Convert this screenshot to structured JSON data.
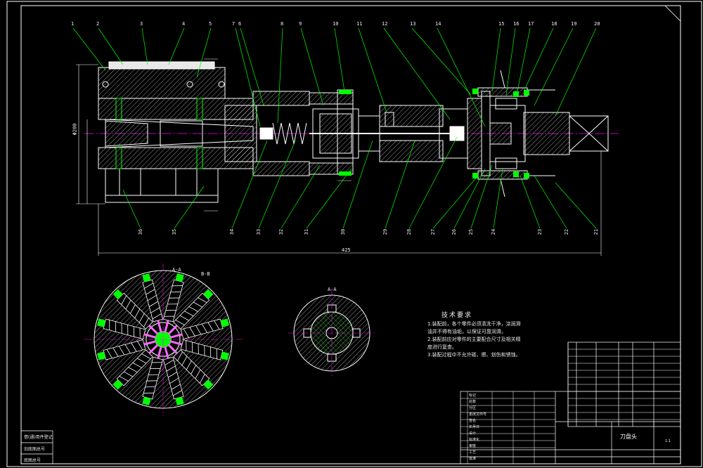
{
  "drawing": {
    "colors": {
      "background": "#000000",
      "outline": "#ffffff",
      "leader": "#00ff00",
      "centerline": "#ff00ff",
      "hatch": "#ffffff",
      "highlight": "#00ff00"
    },
    "part_labels_top": [
      "1",
      "2",
      "3",
      "4",
      "5",
      "7",
      "6",
      "8",
      "9",
      "10",
      "11",
      "12",
      "13",
      "14",
      "15",
      "16",
      "17",
      "18",
      "19",
      "20"
    ],
    "part_labels_bottom": [
      "36",
      "35",
      "34",
      "33",
      "32",
      "31",
      "30",
      "29",
      "28",
      "27",
      "26",
      "25",
      "24",
      "23",
      "22",
      "21"
    ],
    "dimension_overall": "425",
    "dimension_left": "Φ200",
    "section_label_left": "A-A",
    "section_label_right": "A-A",
    "section_label_detail": "B-B",
    "technical_requirements": {
      "title": "技术要求",
      "lines": [
        "1.装配前，各个零件必须清洗干净，涂润滑",
        "油并不得有油垢，以保证可靠润滑。",
        "2.装配前应对零件的主要配合尺寸及相关精",
        "度进行复查。",
        "3.装配过程中不允许碰、擦、划伤和锈蚀。"
      ]
    },
    "side_labels": [
      "借(通)用件登记",
      "旧底图总号",
      "底图总号"
    ],
    "title_block": {
      "drawing_name": "刀盘头",
      "rows": [
        "标记",
        "处数",
        "分区",
        "更改文件号",
        "签名",
        "年月日",
        "设计",
        "标准化",
        "审核",
        "工艺",
        "批准"
      ],
      "scale": "1:1"
    }
  }
}
